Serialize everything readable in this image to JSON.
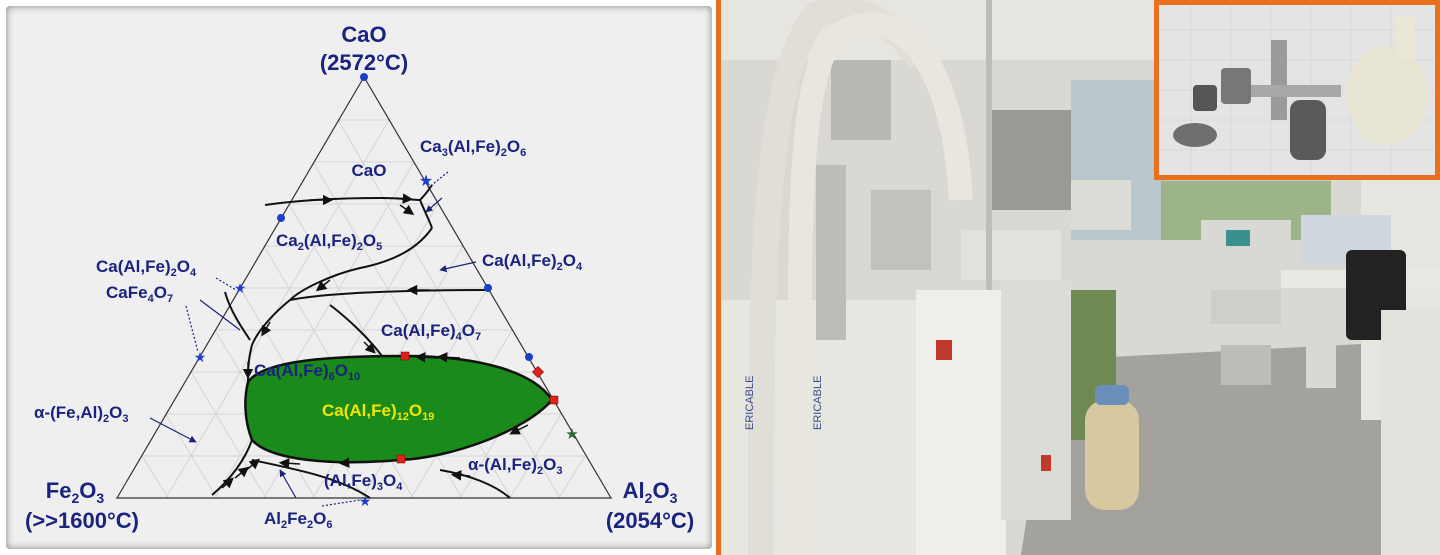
{
  "diagram": {
    "apex_top": {
      "formula": "CaO",
      "temp": "(2572°C)"
    },
    "apex_left": {
      "formula": "Fe2O3",
      "temp": "(>>1600°C)"
    },
    "apex_right": {
      "formula": "Al2O3",
      "temp": "(2054°C)"
    },
    "phase_labels": [
      "CaO",
      "Ca3(Al,Fe)2O6",
      "Ca2(Al,Fe)2O5",
      "Ca(Al,Fe)2O4",
      "Ca(Al,Fe)2O4",
      "CaFe4O7",
      "Ca(Al,Fe)4O7",
      "Ca(Al,Fe)6O10",
      "Ca(Al,Fe)12O19",
      "α-(Fe,Al)2O3",
      "α-(Al,Fe)2O3",
      "(Al,Fe)3O4",
      "Al2Fe2O6"
    ],
    "colors": {
      "label_navy": "#1a237e",
      "region_green": "#1a8a1a",
      "region_label": "#f2e600",
      "marker_red": "#e0201e",
      "marker_blue": "#1a3fc8",
      "star_green": "#2e6b2e",
      "accent_orange": "#e8701f"
    }
  },
  "photo": {
    "labels": [
      "ERICABLE",
      "ERICABLE"
    ]
  }
}
